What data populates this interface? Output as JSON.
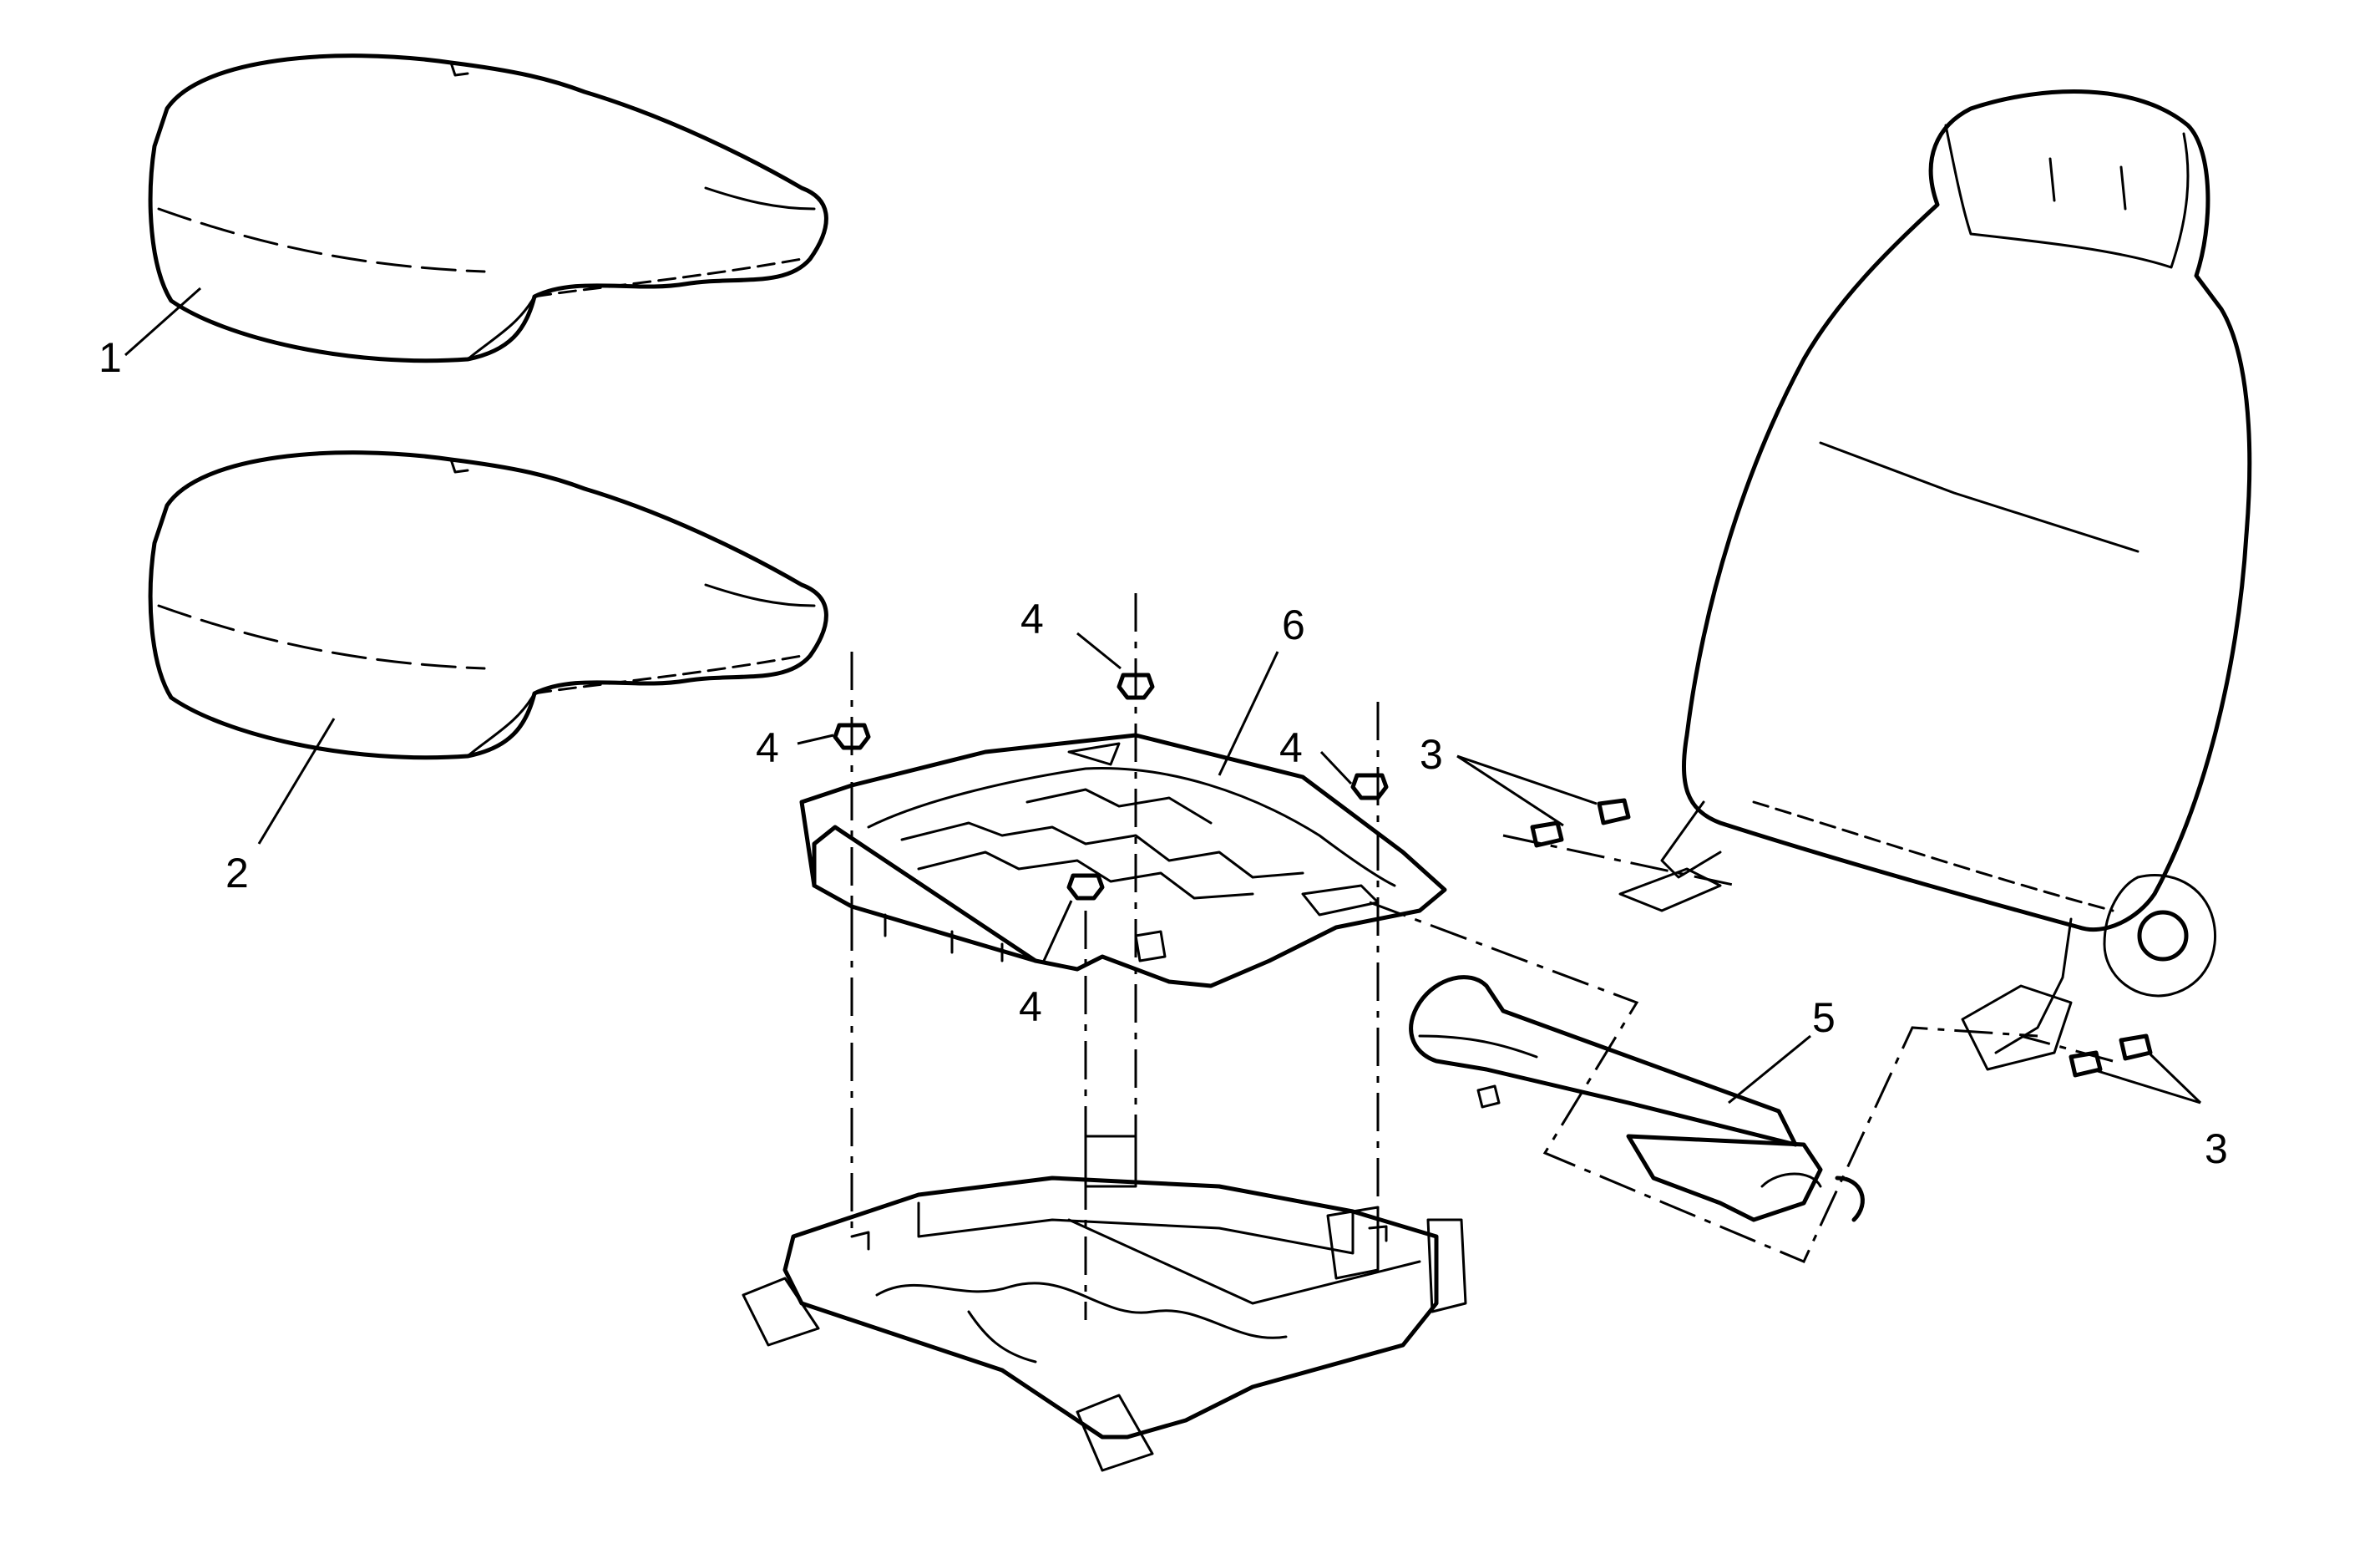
{
  "callouts": {
    "c1": "1",
    "c2": "2",
    "c3_top": "3",
    "c3_bottom": "3",
    "c4_top": "4",
    "c4_left": "4",
    "c4_right": "4",
    "c4_bottom": "4",
    "c5": "5",
    "c6": "6"
  }
}
